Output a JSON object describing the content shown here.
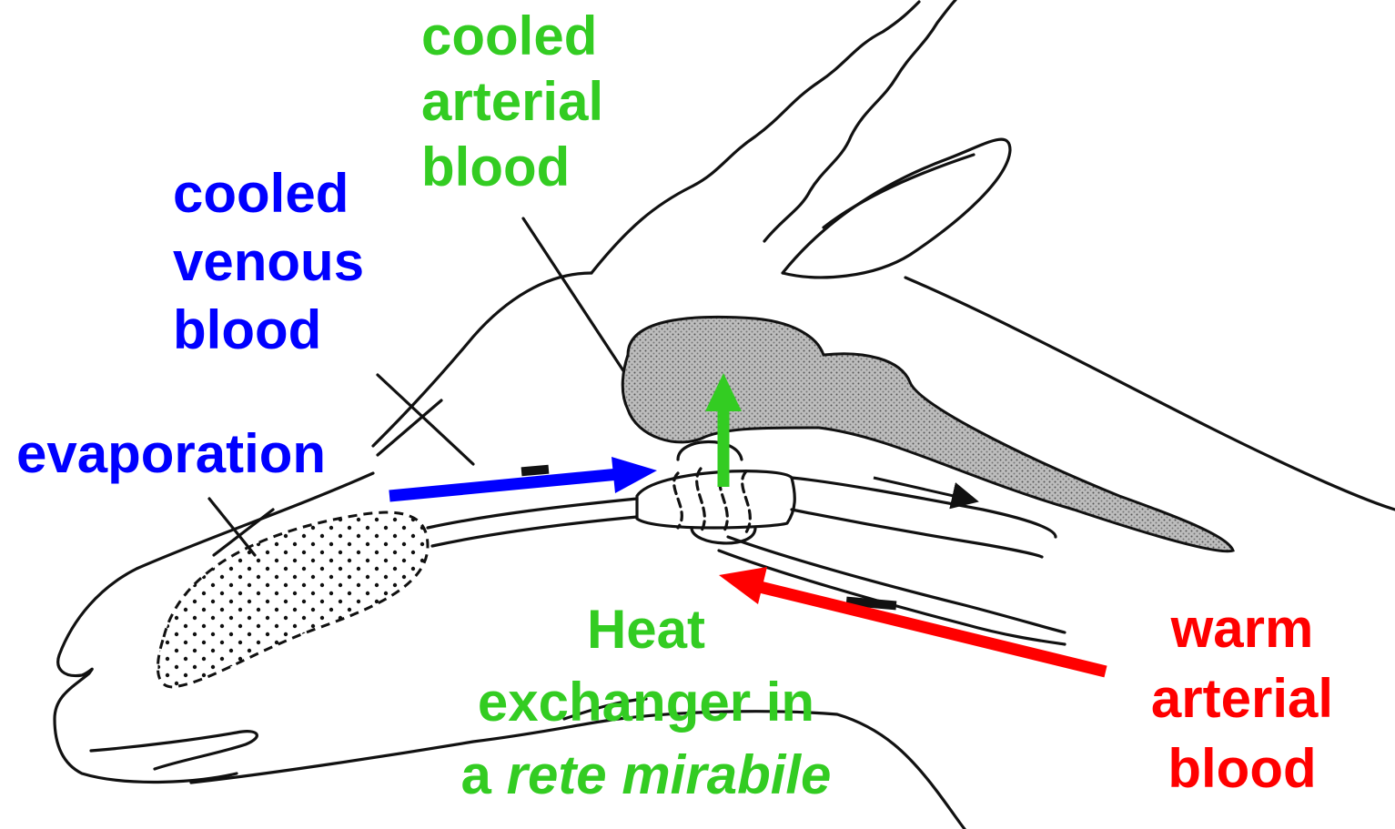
{
  "colors": {
    "venous": "#0000ff",
    "arterial_cooled": "#33cc22",
    "arterial_warm": "#ff0000",
    "ink": "#111111",
    "stipple": "#666666"
  },
  "labels": {
    "cooled_arterial": [
      "cooled",
      "arterial",
      "blood"
    ],
    "cooled_venous": [
      "cooled",
      "venous",
      "blood"
    ],
    "evaporation": "evaporation",
    "heat_exchanger": {
      "line1": "Heat",
      "line2": "exchanger in",
      "line3_prefix": "a ",
      "line3_italic": "rete mirabile"
    },
    "warm_arterial": [
      "warm",
      "arterial",
      "blood"
    ]
  },
  "arrows": [
    {
      "name": "venous-flow-arrow",
      "color_key": "venous"
    },
    {
      "name": "cooled-arterial-flow-arrow",
      "color_key": "arterial_cooled"
    },
    {
      "name": "warm-arterial-flow-arrow",
      "color_key": "arterial_warm"
    }
  ]
}
